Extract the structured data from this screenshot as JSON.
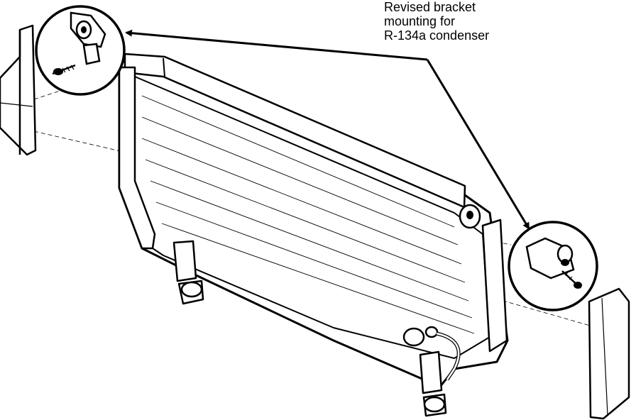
{
  "callout": {
    "lines": [
      "Revised bracket",
      "mounting for",
      "R-134a condenser"
    ]
  },
  "colors": {
    "ink": "#000000",
    "paper": "#ffffff"
  }
}
